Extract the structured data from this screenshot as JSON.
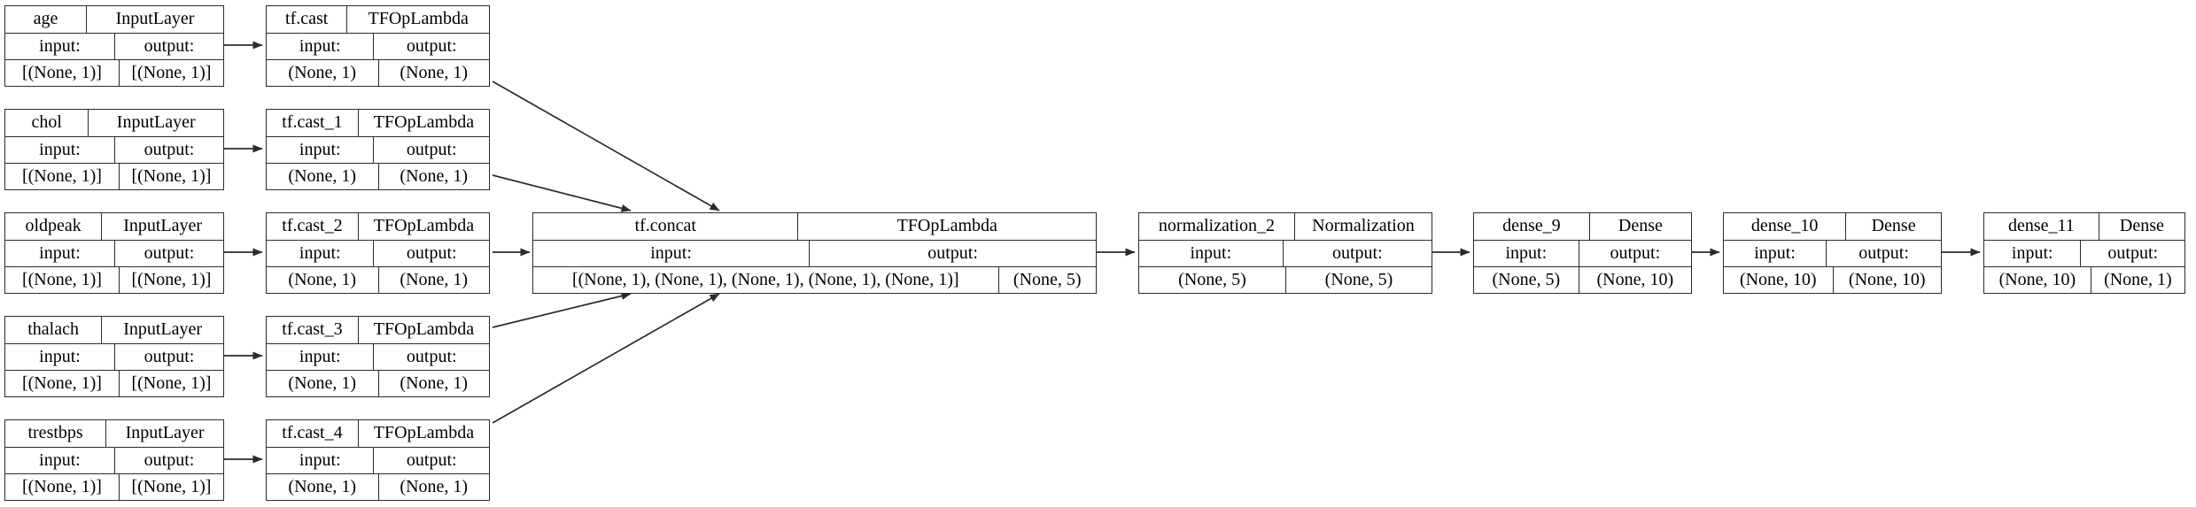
{
  "diagram": {
    "io_labels": {
      "input": "input:",
      "output": "output:"
    },
    "nodes": [
      {
        "name": "age",
        "type": "InputLayer",
        "input_shape": "[(None, 1)]",
        "output_shape": "[(None, 1)]"
      },
      {
        "name": "tf.cast",
        "type": "TFOpLambda",
        "input_shape": "(None, 1)",
        "output_shape": "(None, 1)"
      },
      {
        "name": "chol",
        "type": "InputLayer",
        "input_shape": "[(None, 1)]",
        "output_shape": "[(None, 1)]"
      },
      {
        "name": "tf.cast_1",
        "type": "TFOpLambda",
        "input_shape": "(None, 1)",
        "output_shape": "(None, 1)"
      },
      {
        "name": "oldpeak",
        "type": "InputLayer",
        "input_shape": "[(None, 1)]",
        "output_shape": "[(None, 1)]"
      },
      {
        "name": "tf.cast_2",
        "type": "TFOpLambda",
        "input_shape": "(None, 1)",
        "output_shape": "(None, 1)"
      },
      {
        "name": "thalach",
        "type": "InputLayer",
        "input_shape": "[(None, 1)]",
        "output_shape": "[(None, 1)]"
      },
      {
        "name": "tf.cast_3",
        "type": "TFOpLambda",
        "input_shape": "(None, 1)",
        "output_shape": "(None, 1)"
      },
      {
        "name": "trestbps",
        "type": "InputLayer",
        "input_shape": "[(None, 1)]",
        "output_shape": "[(None, 1)]"
      },
      {
        "name": "tf.cast_4",
        "type": "TFOpLambda",
        "input_shape": "(None, 1)",
        "output_shape": "(None, 1)"
      },
      {
        "name": "tf.concat",
        "type": "TFOpLambda",
        "input_shape": "[(None, 1), (None, 1), (None, 1), (None, 1), (None, 1)]",
        "output_shape": "(None, 5)"
      },
      {
        "name": "normalization_2",
        "type": "Normalization",
        "input_shape": "(None, 5)",
        "output_shape": "(None, 5)"
      },
      {
        "name": "dense_9",
        "type": "Dense",
        "input_shape": "(None, 5)",
        "output_shape": "(None, 10)"
      },
      {
        "name": "dense_10",
        "type": "Dense",
        "input_shape": "(None, 10)",
        "output_shape": "(None, 10)"
      },
      {
        "name": "dense_11",
        "type": "Dense",
        "input_shape": "(None, 10)",
        "output_shape": "(None, 1)"
      }
    ],
    "edges": [
      {
        "from": "age",
        "to": "tf.cast"
      },
      {
        "from": "chol",
        "to": "tf.cast_1"
      },
      {
        "from": "oldpeak",
        "to": "tf.cast_2"
      },
      {
        "from": "thalach",
        "to": "tf.cast_3"
      },
      {
        "from": "trestbps",
        "to": "tf.cast_4"
      },
      {
        "from": "tf.cast",
        "to": "tf.concat"
      },
      {
        "from": "tf.cast_1",
        "to": "tf.concat"
      },
      {
        "from": "tf.cast_2",
        "to": "tf.concat"
      },
      {
        "from": "tf.cast_3",
        "to": "tf.concat"
      },
      {
        "from": "tf.cast_4",
        "to": "tf.concat"
      },
      {
        "from": "tf.concat",
        "to": "normalization_2"
      },
      {
        "from": "normalization_2",
        "to": "dense_9"
      },
      {
        "from": "dense_9",
        "to": "dense_10"
      },
      {
        "from": "dense_10",
        "to": "dense_11"
      }
    ],
    "colors": {
      "line": "#2b2b2b",
      "background": "#ffffff",
      "text": "#000000"
    }
  }
}
